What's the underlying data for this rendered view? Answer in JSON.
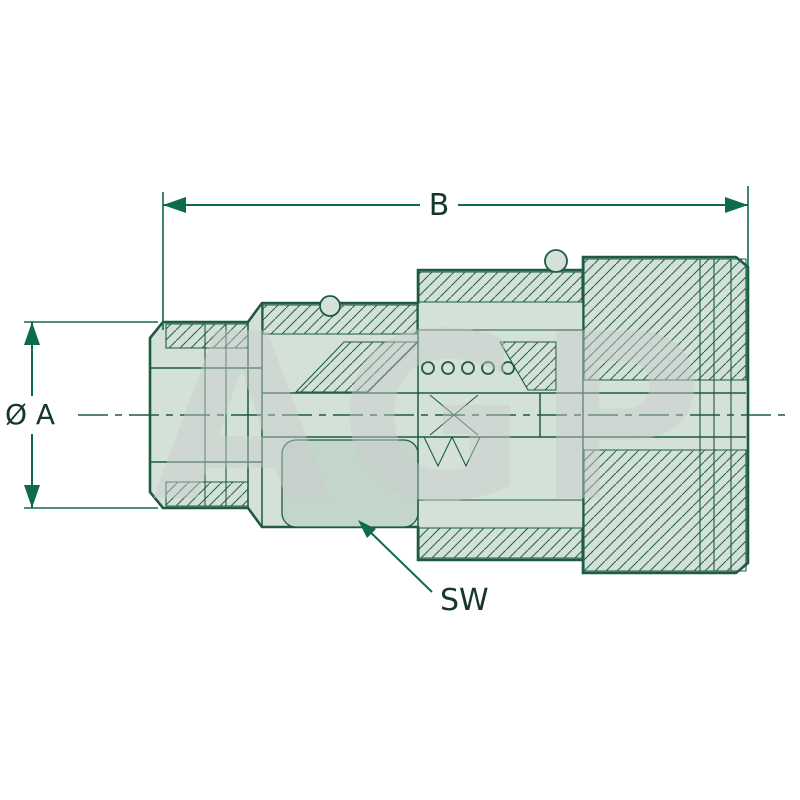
{
  "drawing": {
    "title": "hydraulic-quick-coupling-cross-section",
    "labels": {
      "dim_b": "B",
      "dim_a": "Ø A",
      "sw": "SW"
    },
    "watermark": "AGP",
    "colors": {
      "line": "#1e5a44",
      "dimension": "#0d6b49",
      "fill_light": "#d3e1d9",
      "fill_mid": "#c4d6cc",
      "fill_dark": "#b5cac0",
      "watermark": "#c9cdcb",
      "label_text": "#15372c"
    }
  }
}
